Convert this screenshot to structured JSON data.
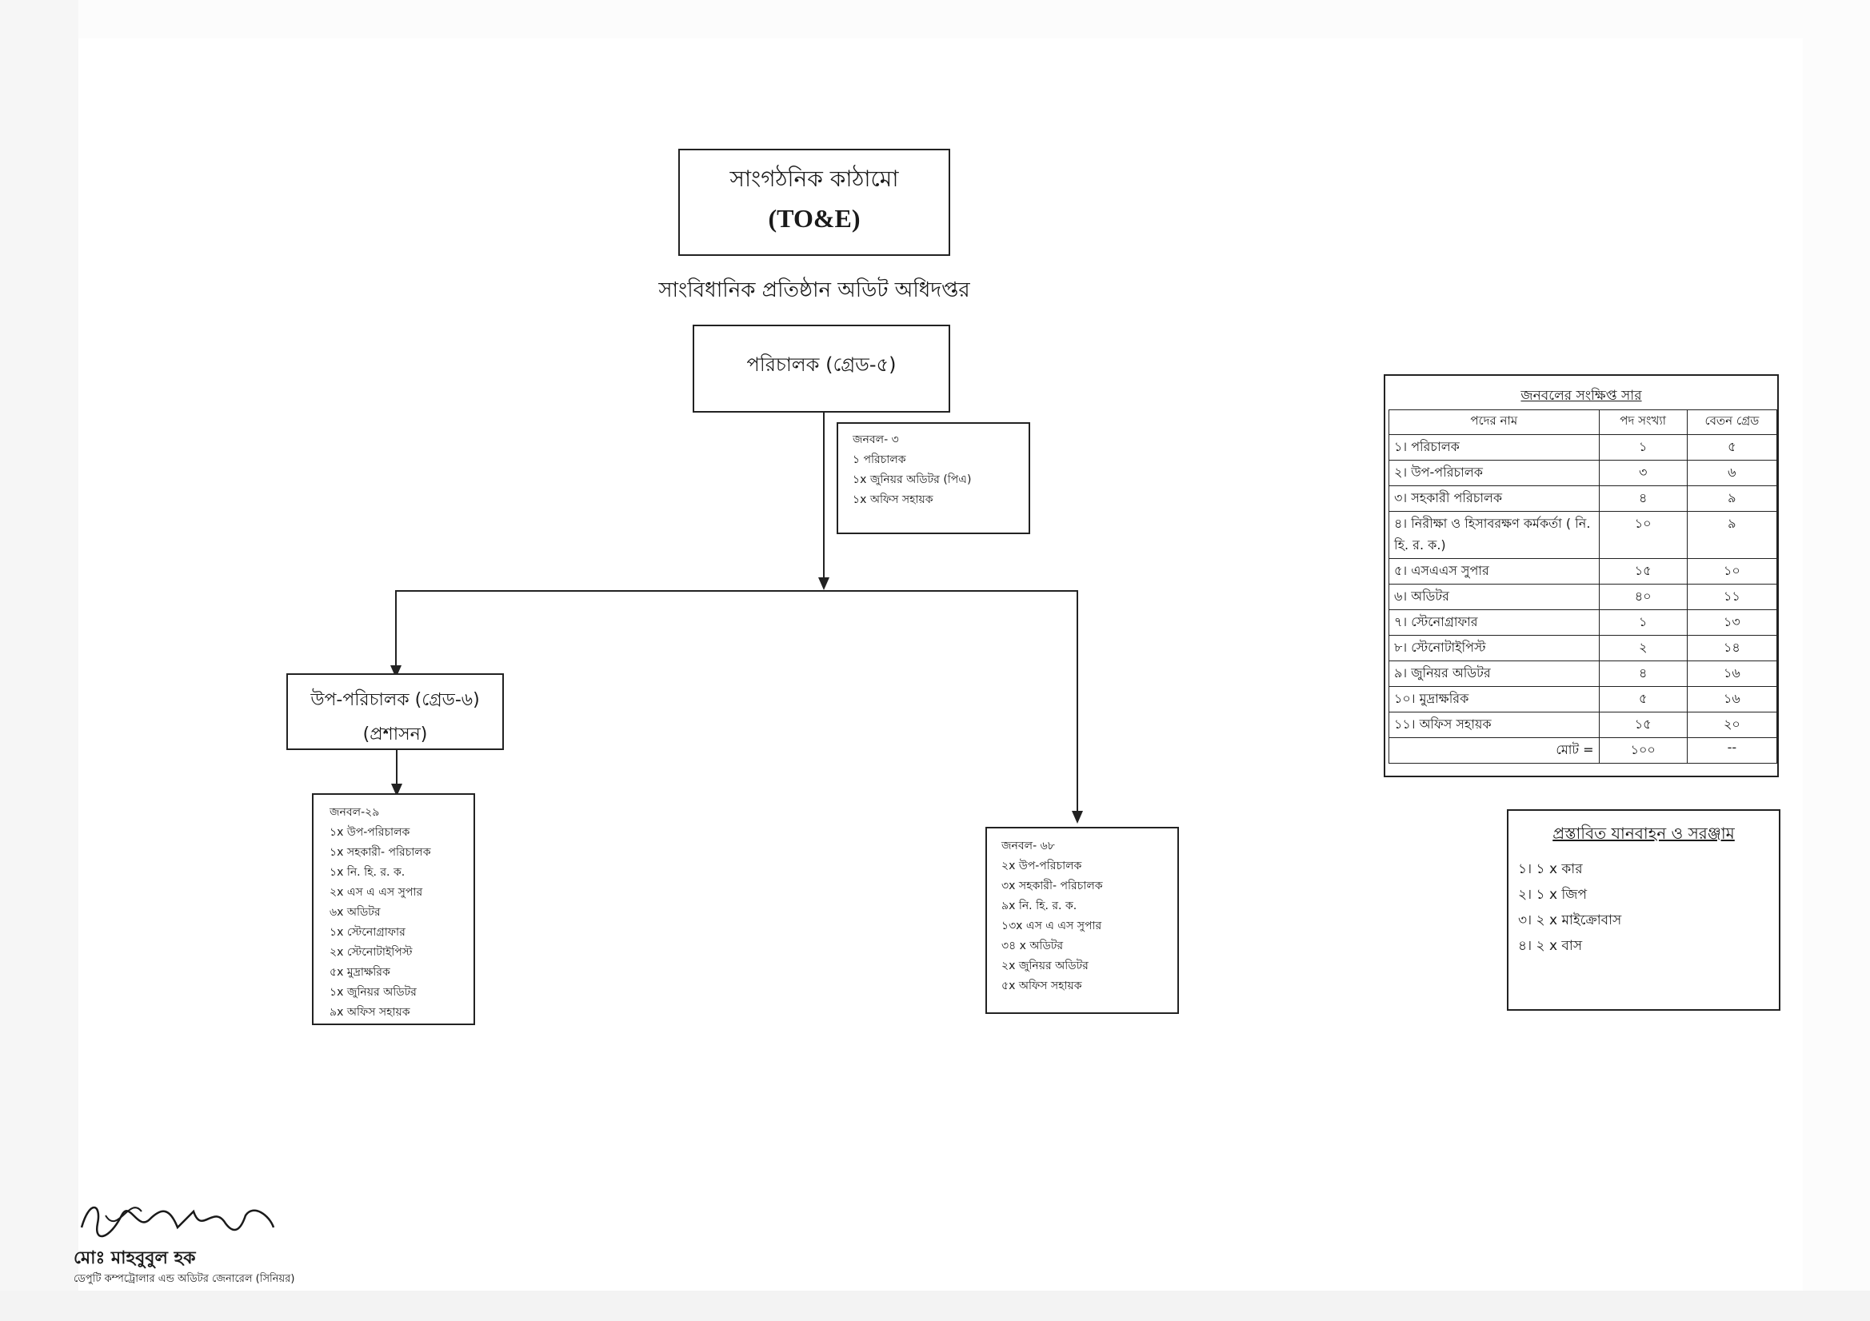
{
  "header": {
    "title": "সাংগঠনিক কাঠামো",
    "subtitle": "(TO&E)",
    "org_name": "সাংবিধানিক প্রতিষ্ঠান অডিট অধিদপ্তর"
  },
  "top_node": {
    "label": "পরিচালক (গ্রেড-৫)",
    "staff": [
      "জনবল- ৩",
      "১ পরিচালক",
      "১x জুনিয়র অডিটর (পিএ)",
      "১x অফিস সহায়ক"
    ]
  },
  "left_node": {
    "line1": "উপ-পরিচালক (গ্রেড-৬)",
    "line2": "(প্রশাসন)",
    "staff": [
      "জনবল-২৯",
      "১x উপ-পরিচালক",
      "১x সহকারী- পরিচালক",
      "১x নি. হি. র. ক.",
      "২x এস এ এস সুপার",
      "৬x অডিটর",
      "১x স্টেনোগ্রাফার",
      "২x স্টেনোটাইপিস্ট",
      "৫x মুদ্রাক্ষরিক",
      "১x জুনিয়র অডিটর",
      "৯x অফিস সহায়ক"
    ]
  },
  "right_node": {
    "staff": [
      "জনবল- ৬৮",
      "২x উপ-পরিচালক",
      "৩x সহকারী- পরিচালক",
      "৯x নি. হি. র. ক.",
      "১৩x এস এ এস সুপার",
      "৩৪ x অডিটর",
      "২x জুনিয়র অডিটর",
      "৫x অফিস সহায়ক"
    ]
  },
  "summary": {
    "title": "জনবলের সংক্ষিপ্ত সার",
    "headers": [
      "পদের নাম",
      "পদ সংখ্যা",
      "বেতন গ্রেড"
    ],
    "rows": [
      [
        "১। পরিচালক",
        "১",
        "৫"
      ],
      [
        "২। উপ-পরিচালক",
        "৩",
        "৬"
      ],
      [
        "৩। সহকারী পরিচালক",
        "৪",
        "৯"
      ],
      [
        "৪। নিরীক্ষা ও হিসাবরক্ষণ কর্মকর্তা ( নি. হি. র. ক.)",
        "১০",
        "৯"
      ],
      [
        "৫। এসএএস সুপার",
        "১৫",
        "১০"
      ],
      [
        "৬। অডিটর",
        "৪০",
        "১১"
      ],
      [
        "৭। স্টেনোগ্রাফার",
        "১",
        "১৩"
      ],
      [
        "৮। স্টেনোটাইপিস্ট",
        "২",
        "১৪"
      ],
      [
        "৯। জুনিয়র অডিটর",
        "৪",
        "১৬"
      ],
      [
        "১০। মুদ্রাক্ষরিক",
        "৫",
        "১৬"
      ],
      [
        "১১। অফিস সহায়ক",
        "১৫",
        "২০"
      ]
    ],
    "total_label": "মোট =",
    "total_value": "১০০",
    "total_grade": "--"
  },
  "vehicles": {
    "title": "প্রস্তাবিত যানবাহন ও সরঞ্জাম",
    "items": [
      "১। ১ x কার",
      "২। ১ x জিপ",
      "৩। ২ x মাইক্রোবাস",
      "৪। ২ x বাস"
    ]
  },
  "signature": {
    "name": "মোঃ মাহবুবুল হক",
    "designation": "ডেপুটি কম্পট্রোলার এন্ড অডিটর জেনারেল (সিনিয়র)"
  }
}
